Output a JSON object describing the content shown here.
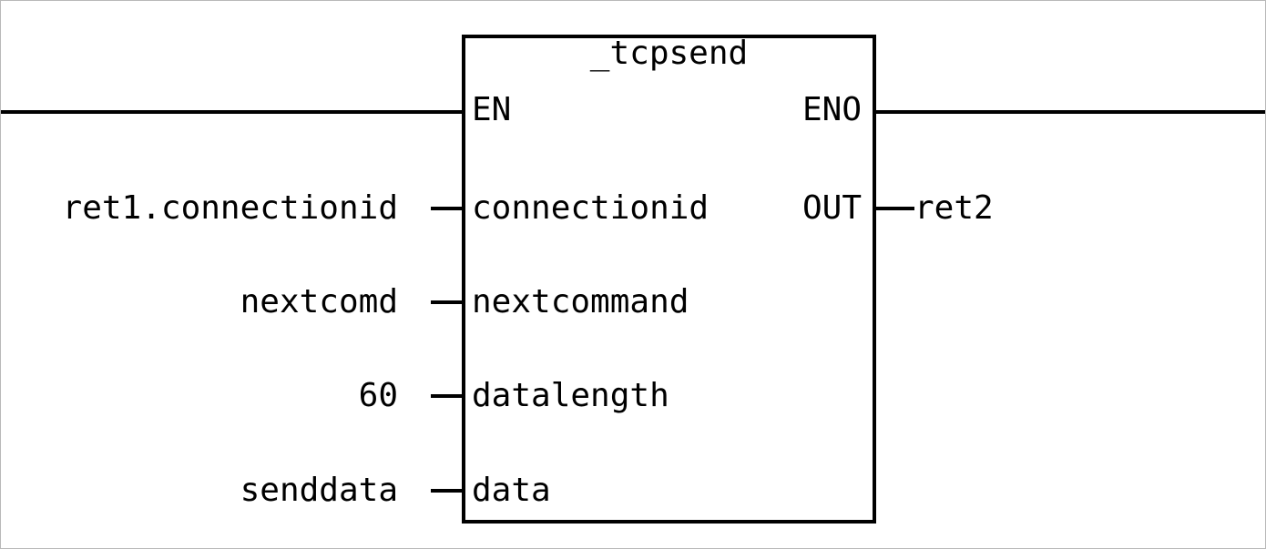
{
  "diagram": {
    "type": "function-block-diagram",
    "language": "ladder / FBD",
    "block": {
      "name": "_tcpsend",
      "enable_pin": "EN",
      "enable_out_pin": "ENO",
      "inputs": [
        {
          "pin": "connectionid",
          "operand": "ret1.connectionid"
        },
        {
          "pin": "nextcommand",
          "operand": "nextcomd"
        },
        {
          "pin": "datalength",
          "operand": "60"
        },
        {
          "pin": "data",
          "operand": "senddata"
        }
      ],
      "outputs": [
        {
          "pin": "OUT",
          "operand": "ret2"
        }
      ]
    }
  },
  "colors": {
    "line": "#000000",
    "background": "#ffffff",
    "border": "#b9b9b9"
  }
}
